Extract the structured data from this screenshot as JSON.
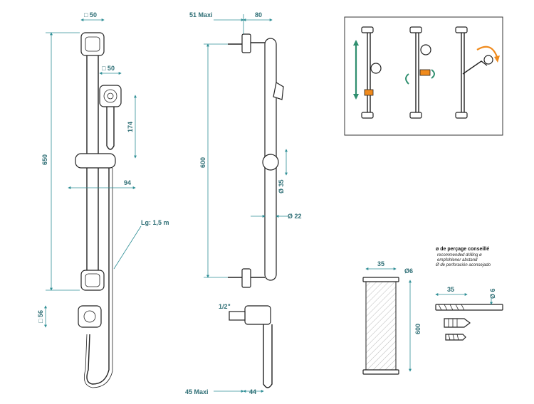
{
  "front_view": {
    "top_square_label": "□ 50",
    "handshower_square_label": "□ 50",
    "height_label": "650",
    "handshower_height_label": "174",
    "depth_label": "94",
    "hose_label": "Lg: 1,5 m",
    "bottom_square_label": "□ 56"
  },
  "side_view": {
    "top_offset_label": "51 Maxi",
    "depth_label": "80",
    "center_distance_label": "600",
    "knob_diameter_label": "Ø 35",
    "bar_diameter_label": "Ø 22",
    "thread_label": "1/2\"",
    "bottom_offset_label": "45 Maxi",
    "bottom_depth_label": "44"
  },
  "drilling": {
    "title": "ø de perçage conseillé",
    "line_en": "recommended drilling ø",
    "line_de": "empfohlener abstand",
    "line_es": "Ø de perforación aconsejado",
    "wall_width_label": "35",
    "wall_diameter_label": "Ø6",
    "wall_height_label": "600",
    "drill_length_label": "35",
    "drill_diameter_label": "Ø 6"
  },
  "colors": {
    "dimension": "#2f8f96",
    "arrow_orange": "#f08a1c",
    "arrow_green": "#2f8f6f",
    "outline": "#222222"
  }
}
